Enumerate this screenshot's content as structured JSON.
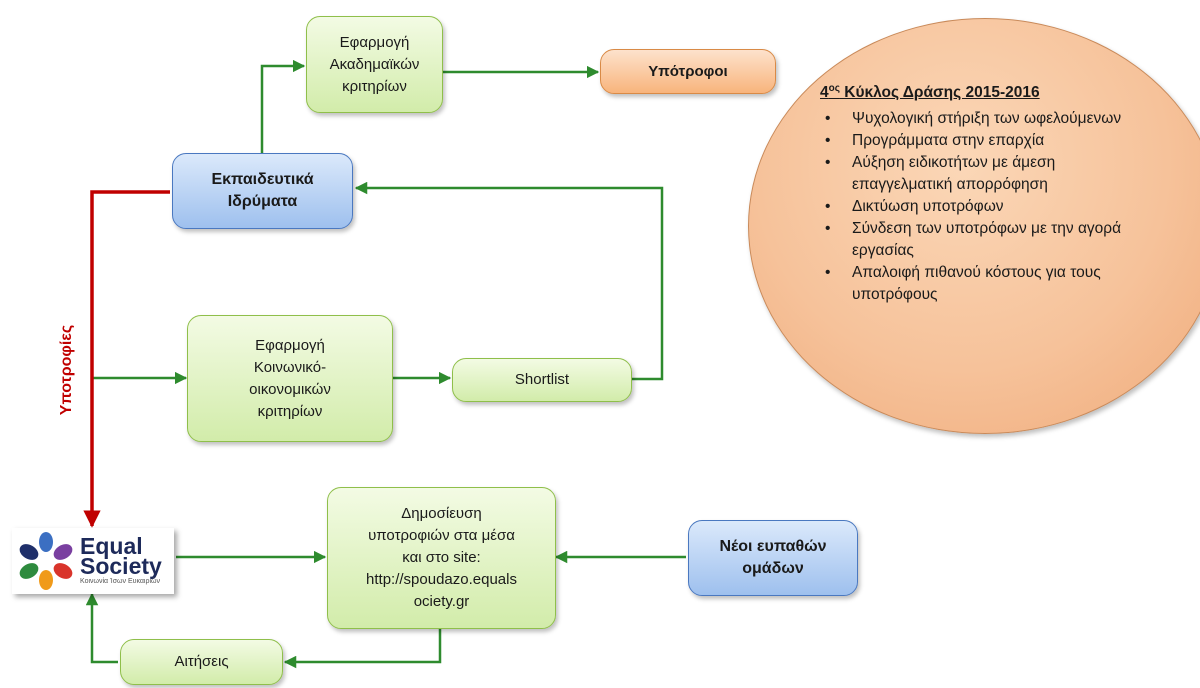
{
  "nodes": {
    "academic_criteria": "Εφαρμογή\nΑκαδημαϊκών\nκριτηρίων",
    "scholars": "Υπότροφοι",
    "institutions": "Εκπαιδευτικά\nΙδρύματα",
    "socioeconomic_criteria": "Εφαρμογή\nΚοινωνικό-\nοικονομικών\nκριτηρίων",
    "shortlist": "Shortlist",
    "publication": "Δημοσίευση\nυποτροφιών στα μέσα\nκαι στο site:\nhttp://spoudazo.equals\nociety.gr",
    "youth": "Νέοι ευπαθών\nομάδων",
    "applications": "Αιτήσεις"
  },
  "scholarships_label": "Υποτροφίες",
  "action_cycle": {
    "title_prefix": "4",
    "title_sup": "ος",
    "title_rest": " Κύκλος Δράσης 2015-2016",
    "items": [
      "Ψυχολογική στήριξη των ωφελούμενων",
      "Προγράμματα στην επαρχία",
      "Αύξηση ειδικοτήτων με άμεση επαγγελματική απορρόφηση",
      "Δικτύωση υποτρόφων",
      "Σύνδεση των υποτρόφων με την αγορά εργασίας",
      "Απαλοιφή πιθανού κόστους για τους υποτρόφους"
    ]
  },
  "logo": {
    "line1": "Equal",
    "line2": "Society",
    "tagline": "Κοινωνία Ίσων Ευκαιριών"
  },
  "colors": {
    "connector_green": "#2e8b2e",
    "connector_red": "#c00000",
    "box_green": "#d2ecaa",
    "box_blue": "#9ec0ee",
    "box_orange": "#f8b47c",
    "circle_fill": "#f6c29a"
  }
}
